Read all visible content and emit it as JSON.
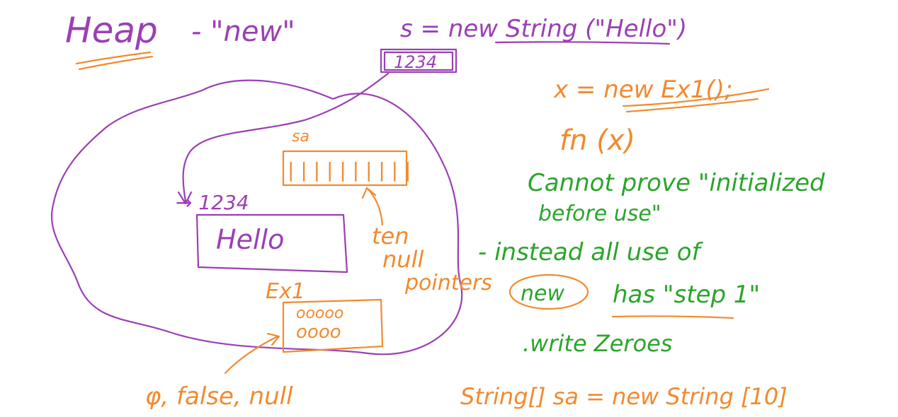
{
  "colors": {
    "purple": "#9b3fb5",
    "orange": "#f28a2e",
    "green": "#2aa52a"
  },
  "header": {
    "heap": "Heap",
    "dash_new": "- \"new\"",
    "string_expr": "s = new String (\"Hello\")"
  },
  "pointer_box": "1234",
  "heap_label": "→ 1234",
  "hello_text": "Hello",
  "sa_label": "sa",
  "sa_cells": "| | | | | | | | | |",
  "ten_null_pointers": [
    "ten",
    "null",
    "pointers"
  ],
  "ex1_label": "Ex1",
  "ex1_fields": [
    "ooooo",
    "oooo"
  ],
  "defaults": "φ, false, null",
  "right_side": {
    "x_assign": "x = new Ex1();",
    "fn_call": "fn (x)",
    "cannot_prove_1": "Cannot prove \"initialized",
    "cannot_prove_2": "before use\"",
    "instead_1": "- instead all use of",
    "new_word": "new",
    "has_step": "has \"step 1\"",
    "write_zeroes": ".write Zeroes",
    "string_array": "String[] sa = new String [10]"
  }
}
